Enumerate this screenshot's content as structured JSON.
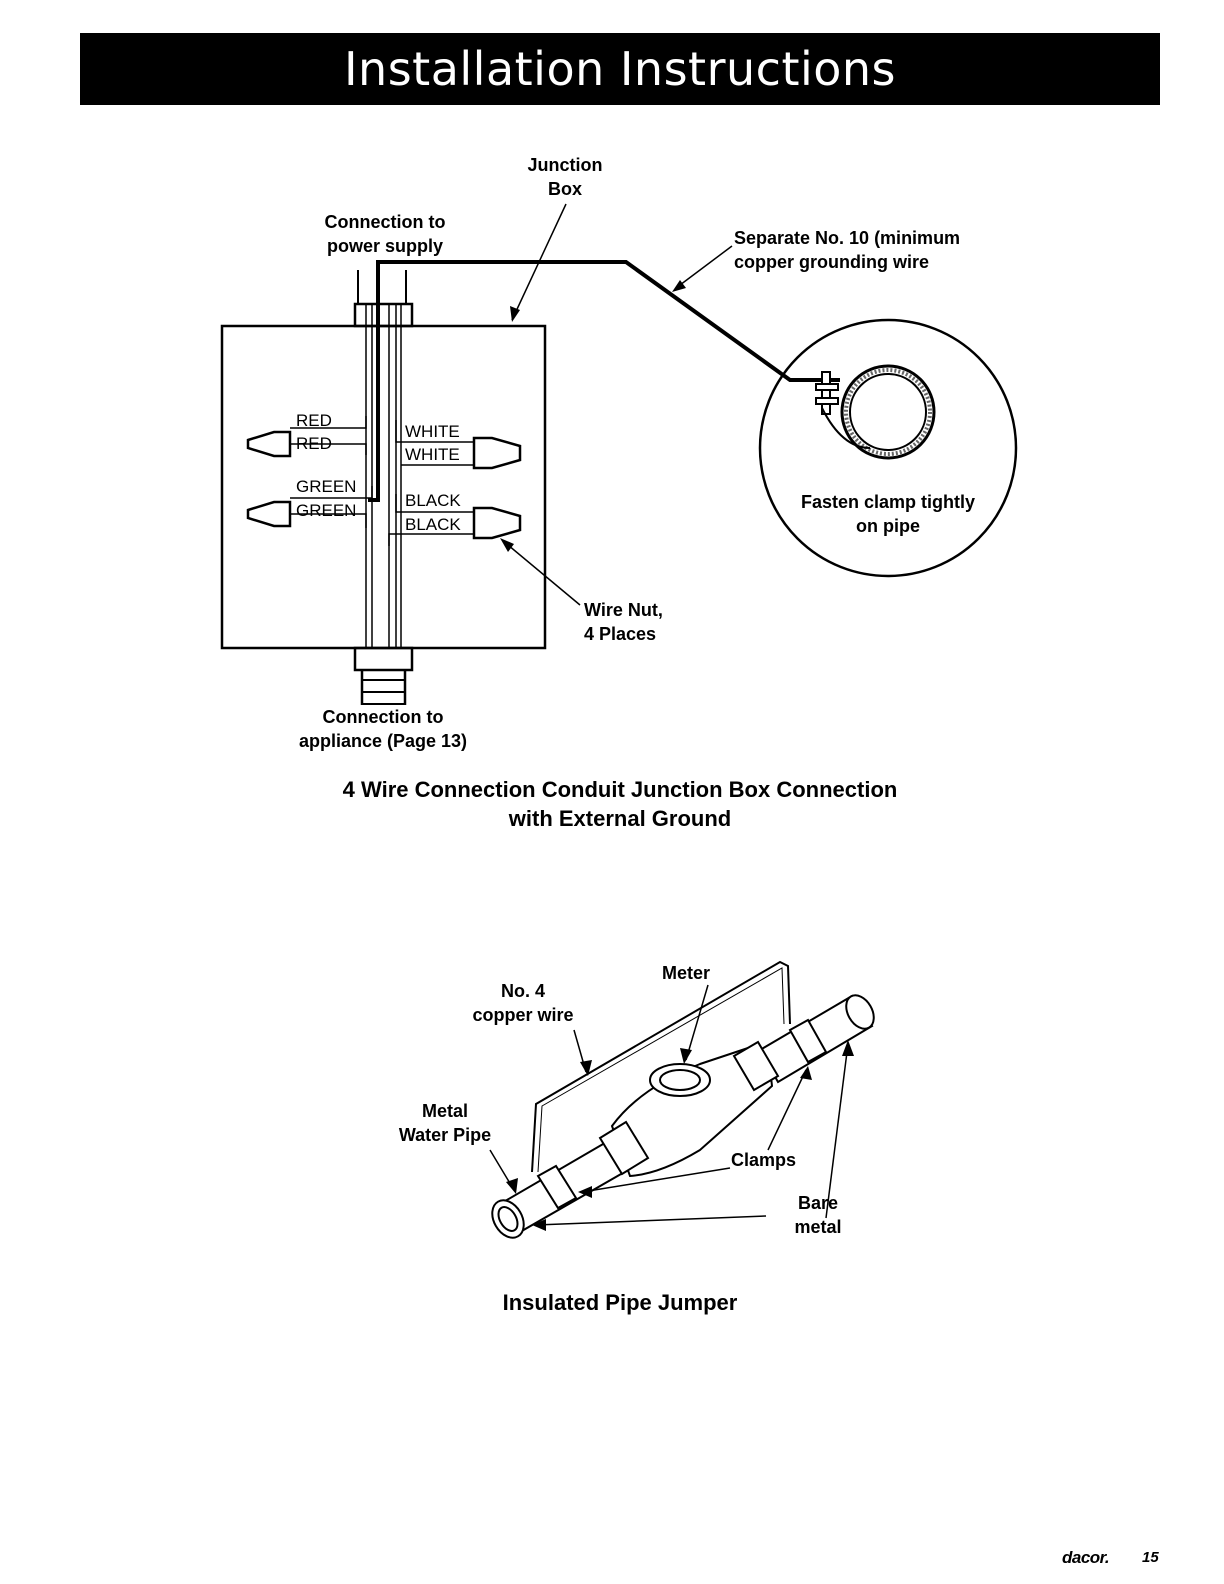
{
  "header": {
    "title": "Installation Instructions"
  },
  "diagram1": {
    "junction_box_label": [
      "Junction",
      "Box"
    ],
    "power_supply_label": [
      "Connection to",
      "power supply"
    ],
    "ground_wire_label": [
      "Separate No. 10 (minimum",
      "copper grounding wire"
    ],
    "wire_labels_left": [
      "RED",
      "RED",
      "GREEN",
      "GREEN"
    ],
    "wire_labels_right": [
      "WHITE",
      "WHITE",
      "BLACK",
      "BLACK"
    ],
    "clamp_label": [
      "Fasten clamp tightly",
      "on pipe"
    ],
    "wire_nut_label": [
      "Wire Nut,",
      "4 Places"
    ],
    "appliance_label": [
      "Connection to",
      "appliance (Page 13)"
    ],
    "caption": [
      "4 Wire Connection Conduit Junction Box Connection",
      "with External Ground"
    ]
  },
  "diagram2": {
    "meter_label": "Meter",
    "copper_wire_label": [
      "No. 4",
      "copper wire"
    ],
    "pipe_label": [
      "Metal",
      "Water Pipe"
    ],
    "clamps_label": "Clamps",
    "bare_metal_label": [
      "Bare",
      "metal"
    ],
    "caption": "Insulated Pipe Jumper"
  },
  "footer": {
    "brand": "dacor.",
    "page_number": "15"
  }
}
